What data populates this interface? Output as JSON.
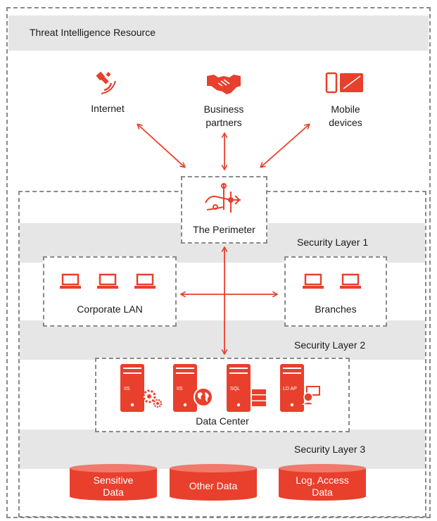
{
  "title": "Threat Intelligence Resource",
  "external": {
    "internet": "Internet",
    "business_partners": "Business\npartners",
    "mobile_devices": "Mobile\ndevices"
  },
  "perimeter": "The Perimeter",
  "layers": {
    "layer1": "Security Layer 1",
    "layer2": "Security Layer 2",
    "layer3": "Security Layer 3"
  },
  "corporate_lan": "Corporate LAN",
  "branches": "Branches",
  "data_center": {
    "label": "Data Center",
    "servers": [
      "IIS",
      "IIS",
      "SQL",
      "LD AP"
    ]
  },
  "data_stores": [
    "Sensitive\nData",
    "Other Data",
    "Log, Access\nData"
  ],
  "colors": {
    "accent": "#e8402d",
    "band": "#e6e6e6",
    "dash": "#8a8a8a"
  }
}
